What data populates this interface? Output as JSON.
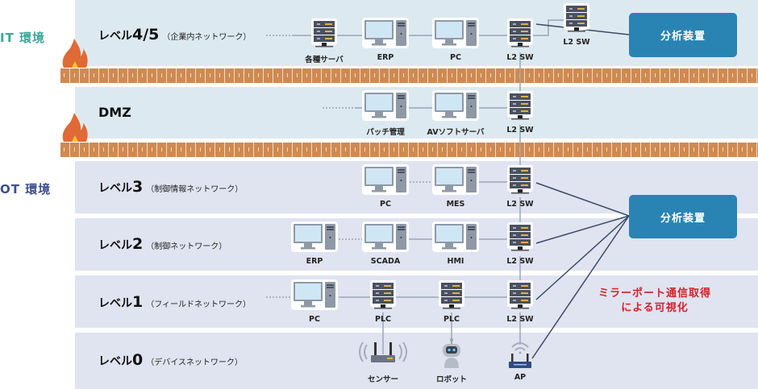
{
  "environments": {
    "it": {
      "label": "IT 環境",
      "color": "#3aa89a"
    },
    "ot": {
      "label": "OT 環境",
      "color": "#3d4f8f"
    }
  },
  "levels": [
    {
      "id": "level45",
      "prefix": "レベル",
      "number": "4/5",
      "subtitle": "（企業内ネットワーク）"
    },
    {
      "id": "dmz",
      "prefix": "",
      "number": "DMZ",
      "subtitle": ""
    },
    {
      "id": "level3",
      "prefix": "レベル",
      "number": "3",
      "subtitle": "（制御情報ネットワーク）"
    },
    {
      "id": "level2",
      "prefix": "レベル",
      "number": "2",
      "subtitle": "（制御ネットワーク）"
    },
    {
      "id": "level1",
      "prefix": "レベル",
      "number": "1",
      "subtitle": "（フィールドネットワーク）"
    },
    {
      "id": "level0",
      "prefix": "レベル",
      "number": "0",
      "subtitle": "（デバイスネットワーク）"
    }
  ],
  "nodes": {
    "l45_server": {
      "label": "各種サーバ",
      "icon": "server-icon"
    },
    "l45_erp": {
      "label": "ERP",
      "icon": "pc-icon"
    },
    "l45_pc": {
      "label": "PC",
      "icon": "pc-icon"
    },
    "l45_sw": {
      "label": "L2 SW",
      "icon": "switch-icon"
    },
    "l45_sw2": {
      "label": "L2 SW",
      "icon": "switch-icon"
    },
    "dmz_patch": {
      "label": "パッチ管理",
      "icon": "pc-icon"
    },
    "dmz_av": {
      "label": "AVソフトサーバ",
      "icon": "pc-icon"
    },
    "dmz_sw": {
      "label": "L2 SW",
      "icon": "switch-icon"
    },
    "l3_pc": {
      "label": "PC",
      "icon": "pc-icon"
    },
    "l3_mes": {
      "label": "MES",
      "icon": "pc-icon"
    },
    "l3_sw": {
      "label": "L2 SW",
      "icon": "switch-icon"
    },
    "l2_erp": {
      "label": "ERP",
      "icon": "pc-icon"
    },
    "l2_scada": {
      "label": "SCADA",
      "icon": "pc-icon"
    },
    "l2_hmi": {
      "label": "HMI",
      "icon": "pc-icon"
    },
    "l2_sw": {
      "label": "L2 SW",
      "icon": "switch-icon"
    },
    "l1_pc": {
      "label": "PC",
      "icon": "pc-icon"
    },
    "l1_plc1": {
      "label": "PLC",
      "icon": "plc-icon"
    },
    "l1_plc2": {
      "label": "PLC",
      "icon": "plc-icon"
    },
    "l1_sw": {
      "label": "L2 SW",
      "icon": "switch-icon"
    },
    "l0_sensor": {
      "label": "センサー",
      "icon": "sensor-icon"
    },
    "l0_robot": {
      "label": "ロボット",
      "icon": "robot-icon"
    },
    "l0_ap": {
      "label": "AP",
      "icon": "access-point-icon"
    }
  },
  "analyzers": {
    "it": {
      "label": "分析装置"
    },
    "ot": {
      "label": "分析装置"
    }
  },
  "annotation": {
    "line1": "ミラーポート通信取得",
    "line2": "による可視化"
  },
  "colors": {
    "it_band": "#dde9f0",
    "ot_band": "#e0e3f0",
    "analyzer": "#2a84b3",
    "annotation": "#d2222a",
    "brick": "#cf8a52",
    "fire": "#e06a35",
    "link": "#3c4a66"
  }
}
